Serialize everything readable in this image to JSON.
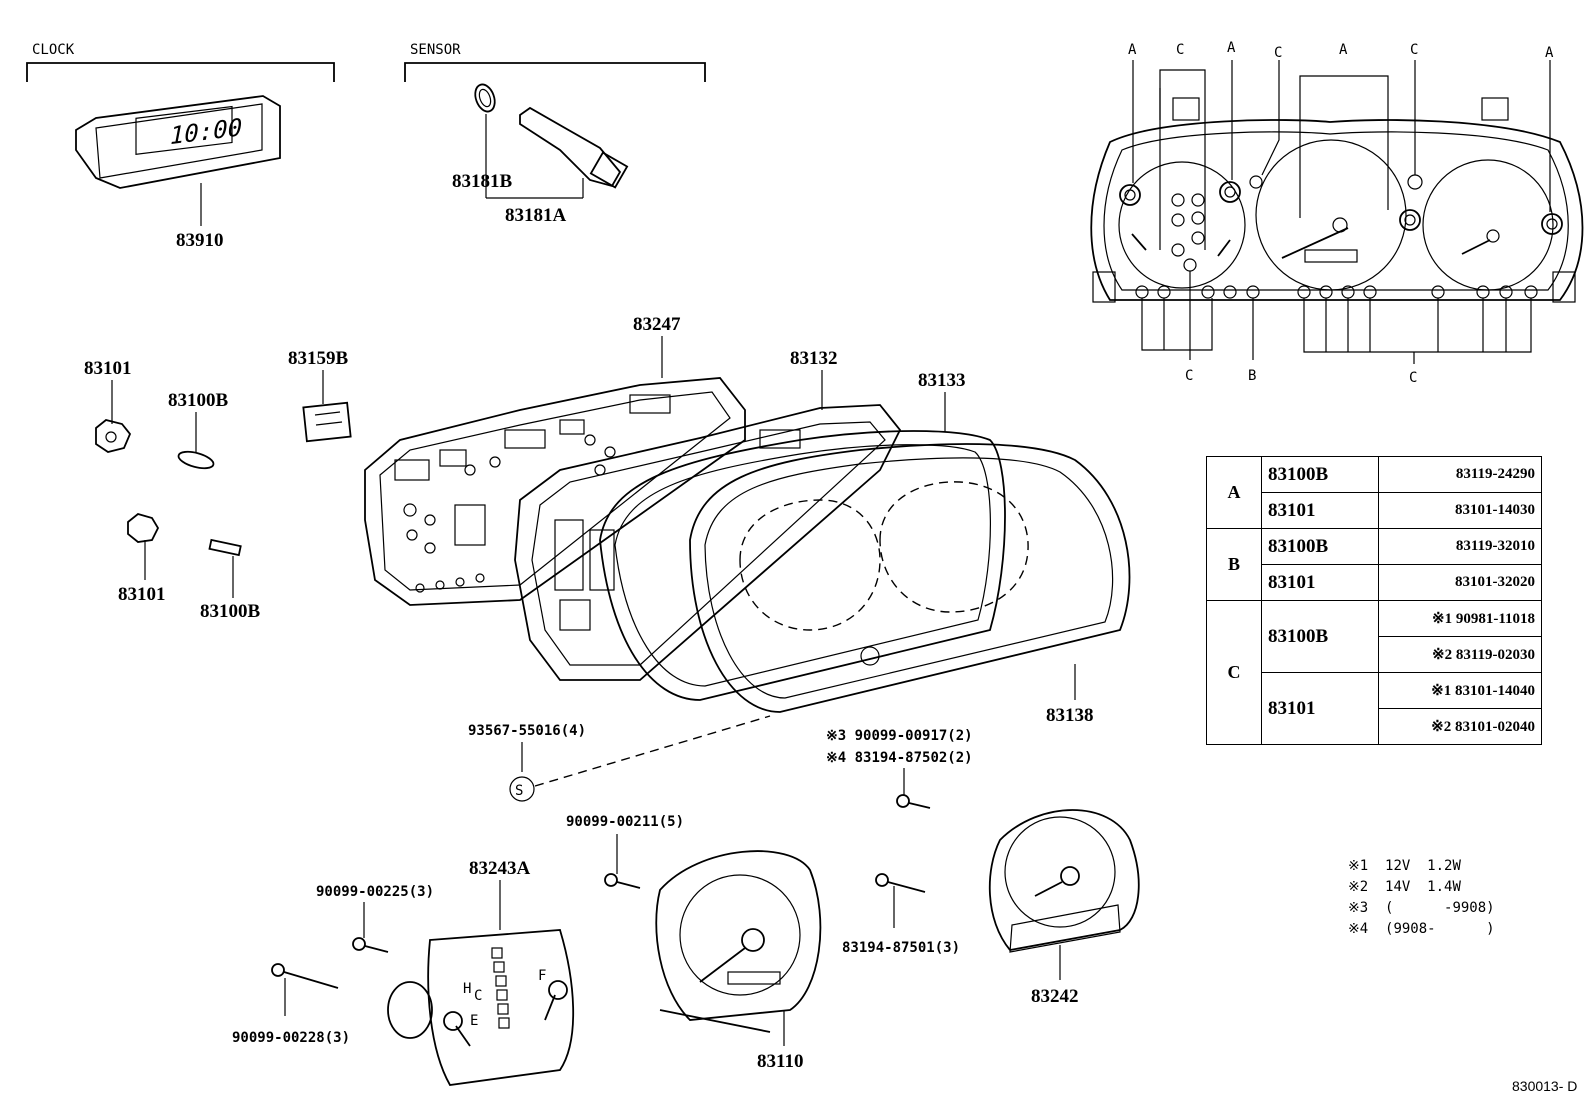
{
  "sections": {
    "clock": "CLOCK",
    "sensor": "SENSOR"
  },
  "parts": {
    "p83910": "83910",
    "p83181B": "83181B",
    "p83181A": "83181A",
    "p83247": "83247",
    "p83132": "83132",
    "p83133": "83133",
    "p83101a": "83101",
    "p83100Ba": "83100B",
    "p83159B": "83159B",
    "p83101b": "83101",
    "p83100Bb": "83100B",
    "p83138": "83138",
    "p83243A": "83243A",
    "p83110": "83110",
    "p83242": "83242"
  },
  "hardware": {
    "screw_s": "93567-55016(4)",
    "s_mark": "S",
    "note3": "※3 90099-00917(2)",
    "note4": "※4 83194-87502(2)",
    "b00211": "90099-00211(5)",
    "b00225": "90099-00225(3)",
    "b00228": "90099-00228(3)",
    "b87501": "83194-87501(3)"
  },
  "clock_display": "10:00",
  "gauge_marks": {
    "h": "H",
    "c": "C",
    "f": "F",
    "e": "E"
  },
  "cluster_top": [
    "A",
    "C",
    "A",
    "C",
    "A",
    "C",
    "A"
  ],
  "cluster_bottom": [
    "C",
    "B",
    "C"
  ],
  "table": {
    "A": {
      "key": "A",
      "rows": [
        {
          "part": "83100B",
          "num": "83119-24290"
        },
        {
          "part": "83101",
          "num": "83101-14030"
        }
      ]
    },
    "B": {
      "key": "B",
      "rows": [
        {
          "part": "83100B",
          "num": "83119-32010"
        },
        {
          "part": "83101",
          "num": "83101-32020"
        }
      ]
    },
    "C": {
      "key": "C",
      "p1": "83100B",
      "n1": "※1 90981-11018",
      "n2": "※2 83119-02030",
      "p2": "83101",
      "n3": "※1 83101-14040",
      "n4": "※2 83101-02040"
    }
  },
  "notes": [
    "※1  12V  1.2W",
    "※2  14V  1.4W",
    "※3  (      -9908)",
    "※4  (9908-      )"
  ],
  "diagram_code": "830013- D"
}
